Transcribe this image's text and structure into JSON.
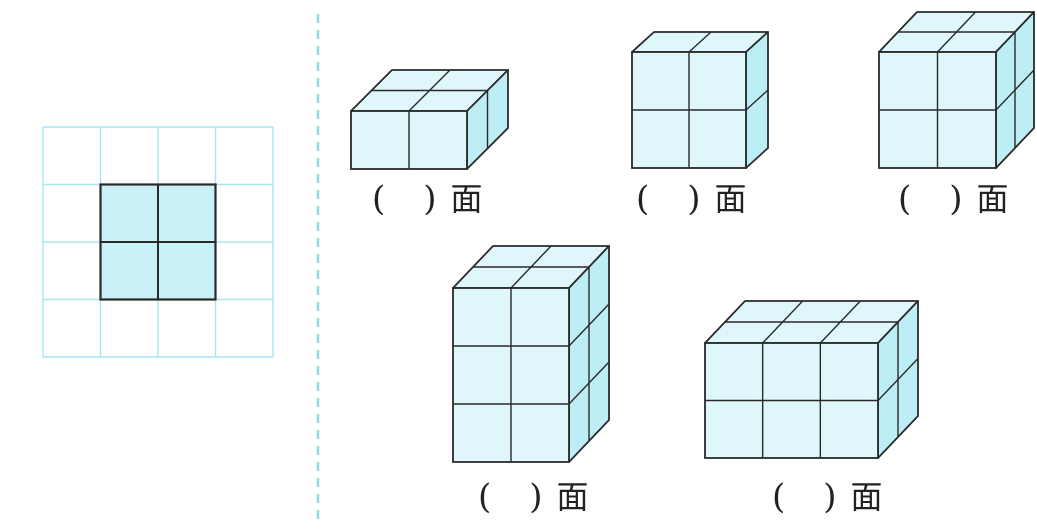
{
  "palette": {
    "face_fill": "#dff6fb",
    "side_fill": "#bdeef6",
    "edge": "#2a2a2a",
    "grid_line": "#a8e6f1",
    "highlight_fill": "#c9f0f6",
    "divider": "#8fdcea"
  },
  "labels": [
    {
      "open": "(",
      "close": ")",
      "unit": "面"
    },
    {
      "open": "(",
      "close": ")",
      "unit": "面"
    },
    {
      "open": "(",
      "close": ")",
      "unit": "面"
    },
    {
      "open": "(",
      "close": ")",
      "unit": "面"
    },
    {
      "open": "(",
      "close": ")",
      "unit": "面"
    }
  ]
}
